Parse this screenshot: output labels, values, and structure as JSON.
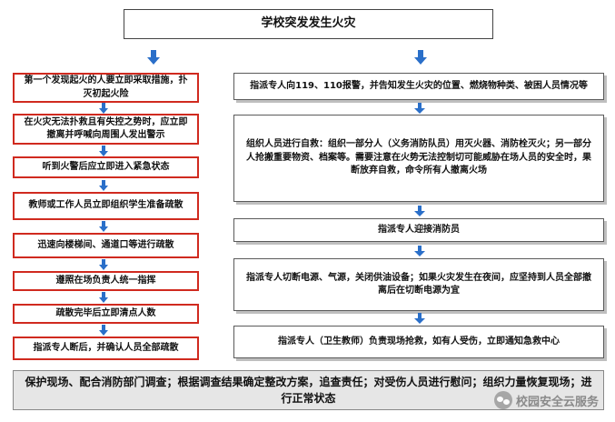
{
  "title": "学校突发发生火灾",
  "left_steps": [
    "第一个发现起火的人要立即采取措施，扑灭初起火险",
    "在火灾无法扑救且有失控之势时，应立即撤离并呼喊向周围人发出警示",
    "听到火警后应立即进入紧急状态",
    "教师或工作人员立即组织学生准备疏散",
    "迅速向楼梯间、通道口等进行疏散",
    "遵照在场负责人统一指挥",
    "疏散完毕后立即清点人数",
    "指派专人断后，并确认人员全部疏散"
  ],
  "right_steps": [
    "指派专人向119、110报警，并告知发生火灾的位置、燃烧物种类、被困人员情况等",
    "组织人员进行自救：组织一部分人（义务消防队员）用灭火器、消防栓灭火；另一部分人抢搬重要物资、档案等。需要注意在火势无法控制切可能威胁在场人员的安全时，果断放弃自救，命令所有人撤离火场",
    "指派专人迎接消防员",
    "指派专人切断电源、气源，关闭供油设备；如果火灾发生在夜间，应坚持到人员全部撤离后在切断电源为宜",
    "指派专人（卫生教师）负责现场抢救，如有人受伤，立即通知急救中心"
  ],
  "footer": "保护现场、配合消防部门调查；根据调查结果确定整改方案，追查责任；对受伤人员进行慰问；组织力量恢复现场；进行正常状态",
  "watermark": "校园安全云服务",
  "colors": {
    "arrow": "#2a6fc9",
    "left_border": "#d02a1f",
    "footer_bg": "#e6e6e6"
  }
}
